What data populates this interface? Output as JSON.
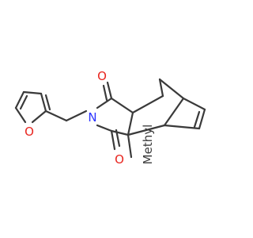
{
  "molecule": {
    "atoms": {
      "o_furan": {
        "text": "O",
        "color": "#e8251f"
      },
      "n_imide": {
        "text": "N",
        "color": "#2b33ff"
      },
      "o_carbonyl_top": {
        "text": "O",
        "color": "#e8251f"
      },
      "o_carbonyl_bottom": {
        "text": "O",
        "color": "#e8251f"
      },
      "methyl": {
        "text": "Methyl",
        "color": "#3a3a3a"
      }
    }
  }
}
